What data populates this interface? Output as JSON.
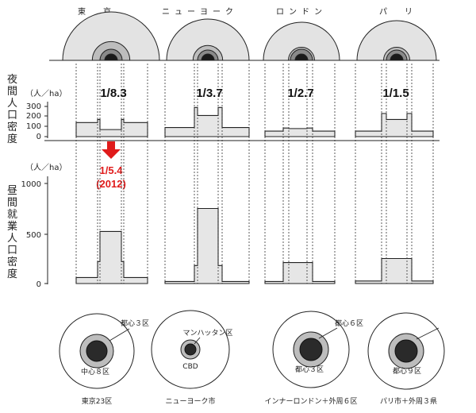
{
  "cities": [
    "東　京",
    "ニューヨーク",
    "ロンドン",
    "パ　リ"
  ],
  "night": {
    "label": "夜間人口密度",
    "unit": "（人／ha）",
    "ticks": [
      "300",
      "200",
      "100",
      "0"
    ],
    "ratios": [
      "1/8.3",
      "1/3.7",
      "1/2.7",
      "1/1.5"
    ]
  },
  "day": {
    "label": "昼間就業人口密度",
    "unit": "（人／ha）",
    "ticks": [
      "1000",
      "500",
      "0"
    ]
  },
  "tokyo_2012": {
    "ratio": "1/5.4",
    "year": "(2012)",
    "color": "#e01b1b"
  },
  "profiles": [
    {
      "city": "東京",
      "night_outer": 140,
      "night_inner": 70,
      "night_step": 170,
      "day_outer": 60,
      "day_inner": 520,
      "day_step": 220
    },
    {
      "city": "ニューヨーク",
      "night_outer": 90,
      "night_inner": 210,
      "night_step": 290,
      "day_outer": 20,
      "day_inner": 750,
      "day_step": 180
    },
    {
      "city": "ロンドン",
      "night_outer": 55,
      "night_inner": 80,
      "night_step": 85,
      "day_outer": 20,
      "day_inner": 210,
      "day_step": 210
    },
    {
      "city": "パリ",
      "night_outer": 55,
      "night_inner": 170,
      "night_step": 230,
      "day_outer": 25,
      "day_inner": 250,
      "day_step": 250
    }
  ],
  "maps": [
    {
      "inner": "中心８区",
      "middle": "都心３区",
      "caption": "東京23区"
    },
    {
      "inner": "CBD",
      "middle": "マンハッタン区",
      "caption": "ニューヨーク市"
    },
    {
      "inner": "都心３区",
      "middle": "都心６区",
      "caption": "インナーロンドン＋外周６区"
    },
    {
      "inner": "都心９区",
      "middle": "",
      "caption": "パリ市＋外周３県"
    }
  ],
  "colors": {
    "ring_light": "#bdbdbd",
    "ring_mid": "#8a8a8a",
    "core": "#1a1a1a",
    "fill": "#e6e6e6",
    "arrow": "#e01b1b"
  }
}
